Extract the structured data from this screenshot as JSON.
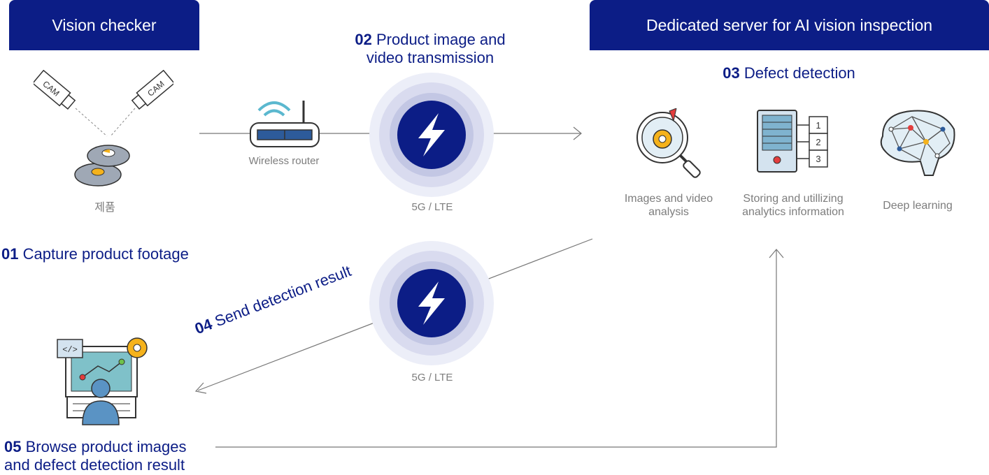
{
  "headers": {
    "left": "Vision checker",
    "right": "Dedicated server for AI vision inspection"
  },
  "steps": {
    "s01": {
      "num": "01",
      "text": "Capture product footage"
    },
    "s02": {
      "num": "02",
      "text_line1": "Product image and",
      "text_line2": "video transmission"
    },
    "s03": {
      "num": "03",
      "text": "Defect detection"
    },
    "s04": {
      "num": "04",
      "text": "Send detection result"
    },
    "s05": {
      "num": "05",
      "text_line1": "Browse product images",
      "text_line2": "and defect detection result"
    }
  },
  "labels": {
    "product": "제품",
    "cam": "CAM",
    "router": "Wireless router",
    "network_top": "5G / LTE",
    "network_bottom": "5G / LTE",
    "analysis_line1": "Images and video",
    "analysis_line2": "analysis",
    "storing_line1": "Storing and utillizing",
    "storing_line2": "analytics information",
    "deep_learning": "Deep learning",
    "server_numbers": [
      "1",
      "2",
      "3"
    ],
    "code_tag": "</>"
  },
  "icons": [
    "camera-icon",
    "gear-product-icon",
    "wifi-router-icon",
    "lightning-icon",
    "magnifier-gear-icon",
    "server-icon",
    "brain-network-icon",
    "monitor-user-icon"
  ],
  "colors": {
    "primary": "#0c1d86",
    "halo": "#d9dbef",
    "caption": "#7d7d7d",
    "line": "#777777",
    "accent": "#f5b21b"
  }
}
